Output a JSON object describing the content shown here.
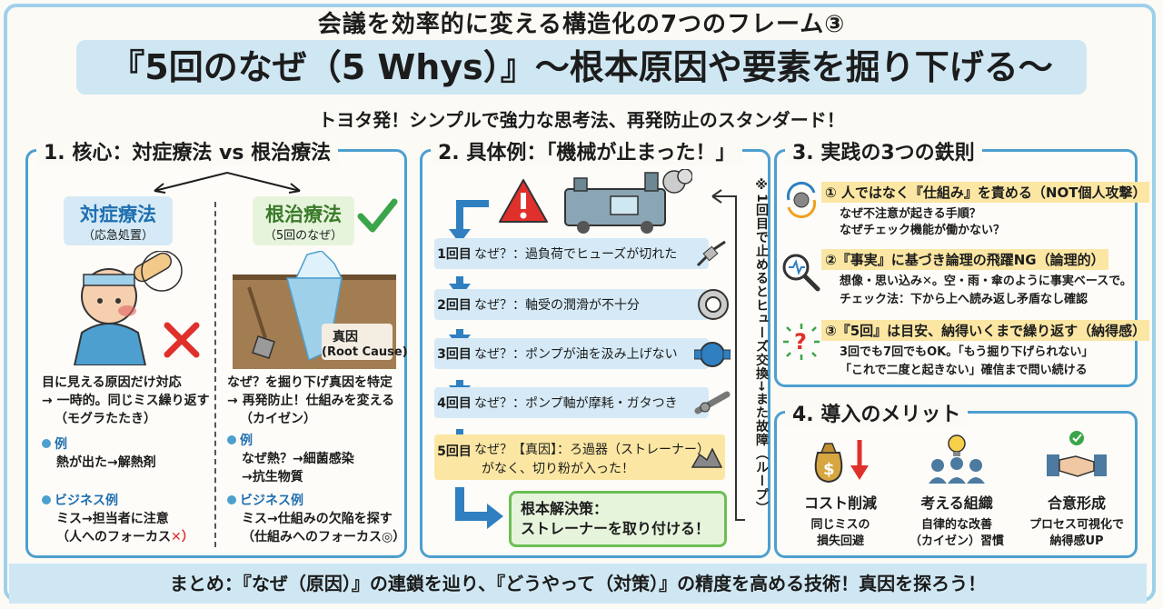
{
  "header": {
    "title_top": "会議を効率的に変える構造化の7つのフレーム③",
    "title_main": "『5回のなぜ（5 Whys）』～根本原因や要素を掘り下げる～",
    "subtitle": "トヨタ発！シンプルで強力な思考法、再発防止のスタンダード！"
  },
  "panel1": {
    "title": "1. 核心：対症療法 vs 根治療法",
    "left": {
      "name": "対症療法",
      "sub": "（応急処置）",
      "desc1": "目に見える原因だけ対応",
      "desc2": "→ 一時的。同じミス繰り返す",
      "desc3": "（モグラたたき）",
      "ex_label": "例",
      "ex_text": "熱が出た→解熱剤",
      "biz_label": "ビジネス例",
      "biz1": "ミス→担当者に注意",
      "biz2": "（人へのフォーカス",
      "biz2_mark": "✕）"
    },
    "right": {
      "name": "根治療法",
      "sub": "（5回のなぜ）",
      "root_label1": "真因",
      "root_label2": "(Root Cause)",
      "desc1": "なぜ？を掘り下げ真因を特定",
      "desc2": "→ 再発防止！仕組みを変える",
      "desc3": "（カイゼン）",
      "ex_label": "例",
      "ex1": "なぜ熱？→細菌感染",
      "ex2": "→抗生物質",
      "biz_label": "ビジネス例",
      "biz1": "ミス→仕組みの欠陥を探す",
      "biz2": "（仕組みへのフォーカス◎）"
    }
  },
  "panel2": {
    "title": "2. 具体例：「機械が止まった！」",
    "steps": [
      {
        "n": "1回目",
        "text": "なぜ？：過負荷でヒューズが切れた"
      },
      {
        "n": "2回目",
        "text": "なぜ？：軸受の潤滑が不十分"
      },
      {
        "n": "3回目",
        "text": "なぜ？：ポンプが油を汲み上げない"
      },
      {
        "n": "4回目",
        "text": "なぜ？：ポンプ軸が摩耗・ガタつき"
      }
    ],
    "step5": {
      "n": "5回目",
      "text1": "なぜ？【真因】：ろ過器（ストレーナー）",
      "text2": "がなく、切り粉が入った！"
    },
    "solution1": "根本解決策：",
    "solution2": "ストレーナーを取り付ける！",
    "loop_note": "※1回目で止めるとヒューズ交換→また故障（ループ）"
  },
  "panel3": {
    "title": "3. 実践の3つの鉄則",
    "rules": [
      {
        "head": "① 人ではなく『仕組み』を責める（NOT個人攻撃）",
        "l1": "なぜ不注意が起きる手順？",
        "l2": "なぜチェック機能が働かない？"
      },
      {
        "head": "②『事実』に基づき論理の飛躍NG（論理的）",
        "l1": "想像・思い込み✕。空・雨・傘のように事実ベースで。",
        "l2": "チェック法：下から上へ読み返し矛盾なし確認"
      },
      {
        "head": "③『5回』は目安、納得いくまで繰り返す（納得感）",
        "l1": "3回でも7回でもOK。「もう掘り下げられない」",
        "l2": "「これで二度と起きない」確信まで問い続ける"
      }
    ]
  },
  "panel4": {
    "title": "4. 導入のメリット",
    "items": [
      {
        "head": "コスト削減",
        "l1": "同じミスの",
        "l2": "損失回避"
      },
      {
        "head": "考える組織",
        "l1": "自律的な改善",
        "l2": "（カイゼン）習慣"
      },
      {
        "head": "合意形成",
        "l1": "プロセス可視化で",
        "l2": "納得感UP"
      }
    ]
  },
  "summary": "まとめ：『なぜ（原因）』の連鎖を辿り、『どうやって（対策）』の精度を高める技術！真因を探ろう！",
  "colors": {
    "accent_blue": "#4d9fcf",
    "highlight_yellow": "#fbe7a3",
    "red_x": "#e0302c",
    "green_check": "#3aa54a"
  }
}
